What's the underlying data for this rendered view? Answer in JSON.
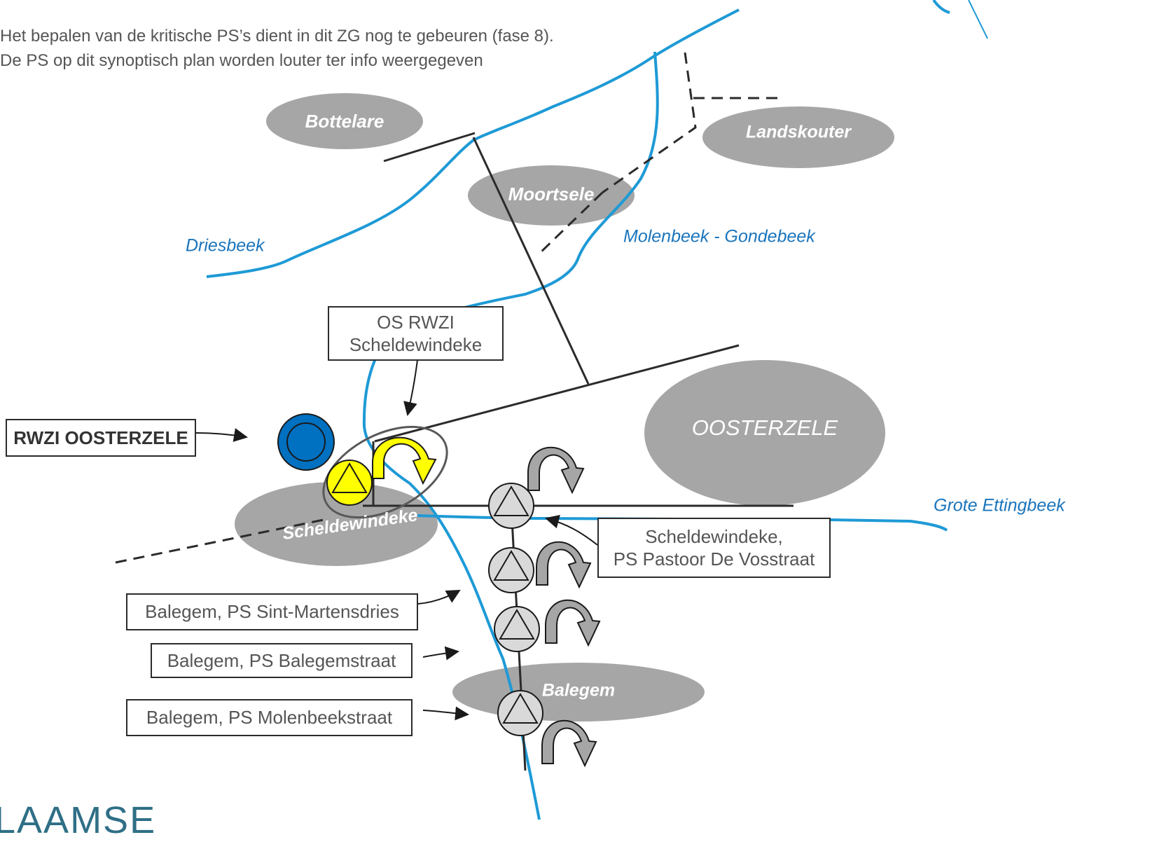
{
  "notes": [
    "Het bepalen van de kritische PS’s dient in dit ZG nog te gebeuren (fase 8).",
    "De PS op dit synoptisch plan worden louter ter info weergegeven"
  ],
  "places": {
    "bottelare": "Bottelare",
    "landskouter": "Landskouter",
    "moortsele": "Moortsele",
    "oosterzele": "OOSTERZELE",
    "scheldewindeke": "Scheldewindeke",
    "balegem": "Balegem"
  },
  "streams": {
    "driesbeek": "Driesbeek",
    "molenbeek": "Molenbeek - Gondebeek",
    "grote_ettingbeek": "Grote Ettingbeek"
  },
  "boxes": {
    "os_rwzi": [
      "OS RWZI",
      "Scheldewindeke"
    ],
    "rwzi": "RWZI OOSTERZELE",
    "ps_pastoor": [
      "Scheldewindeke,",
      "PS Pastoor De Vosstraat"
    ],
    "ps_sint_martensdries": "Balegem, PS Sint-Martensdries",
    "ps_balegemstraat": "Balegem, PS Balegemstraat",
    "ps_molenbeekstraat": "Balegem, PS Molenbeekstraat"
  },
  "logo": "LAAMSE",
  "colors": {
    "stream": "#1e9ad6",
    "place_fill": "#a6a6a6",
    "place_text": "#ffffff",
    "stream_label": "#1b75bc",
    "pump_fill": "#d9d9d9",
    "pump_rwzi": "#ffff00",
    "rwzi_tank": "#0070c0",
    "line": "#2b2b2b"
  }
}
